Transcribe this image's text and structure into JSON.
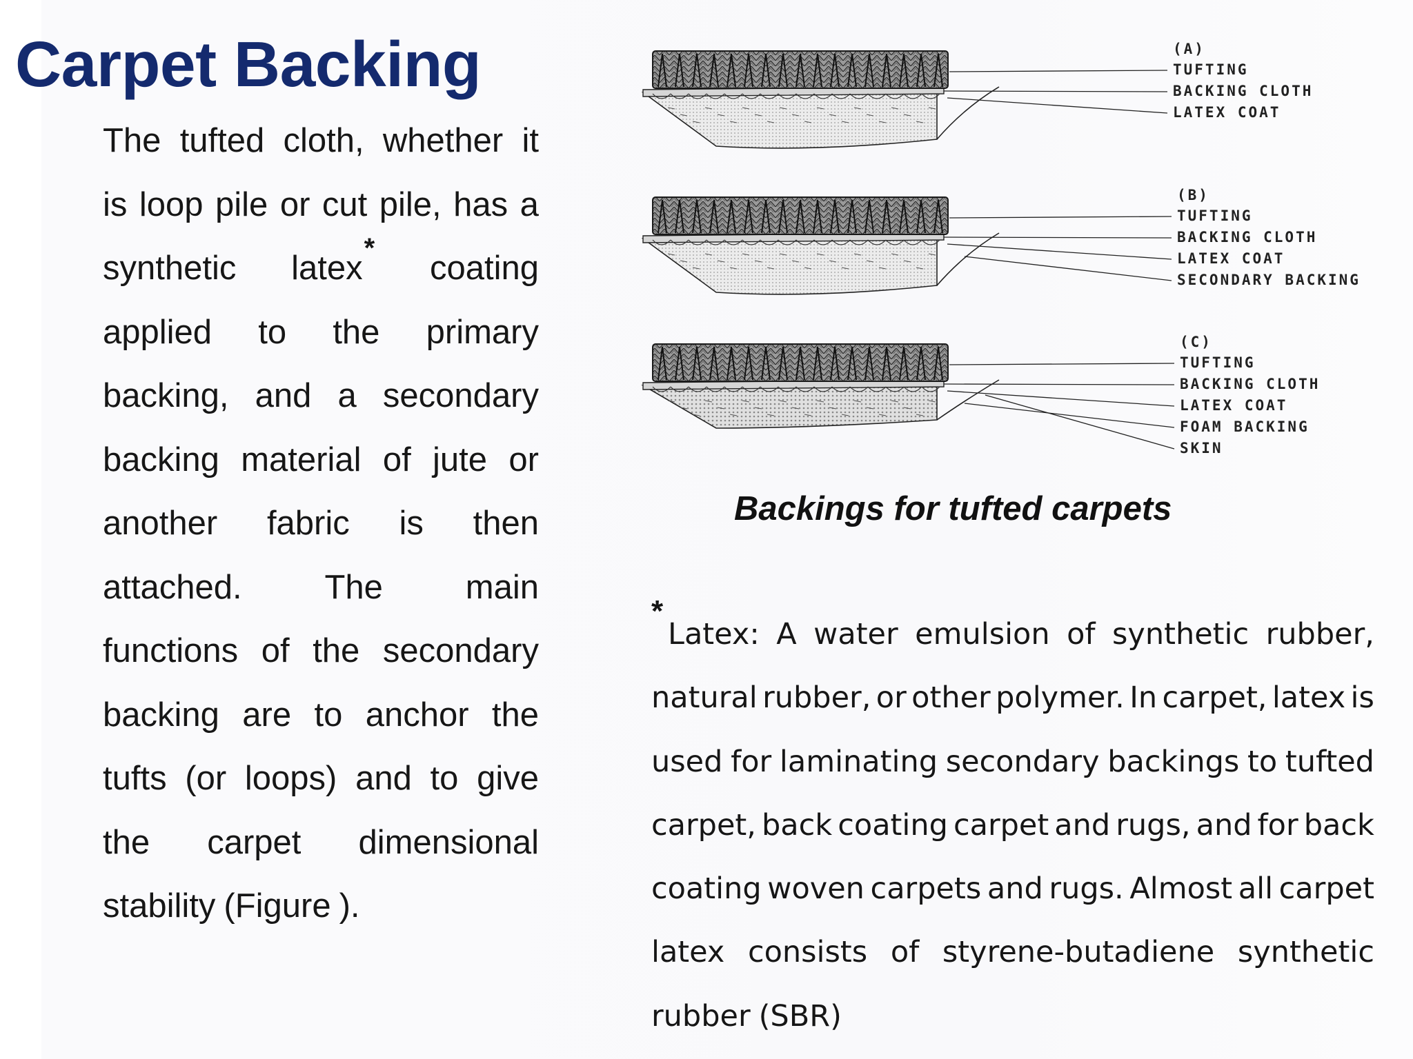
{
  "slide": {
    "title": "Carpet Backing",
    "body_lines": [
      [
        "The",
        "tufted",
        "cloth,",
        "whether",
        "it"
      ],
      [
        "is",
        "loop",
        "pile",
        "or",
        "cut",
        "pile,",
        "has",
        "a"
      ],
      [
        "synthetic",
        "latex*",
        "coating"
      ],
      [
        "applied",
        "to",
        "the",
        "primary"
      ],
      [
        "backing,",
        "and",
        "a",
        "secondary"
      ],
      [
        "backing",
        "material",
        "of",
        "jute",
        "or"
      ],
      [
        "another",
        "fabric",
        "is",
        "then"
      ],
      [
        "attached.",
        "The",
        "main"
      ],
      [
        "functions",
        "of",
        "the",
        "secondary"
      ],
      [
        "backing",
        "are",
        "to",
        "anchor",
        "the"
      ],
      [
        "tufts",
        "(or",
        "loops)",
        "and",
        "to",
        "give"
      ],
      [
        "the",
        "carpet",
        "dimensional"
      ],
      [
        "stability",
        "(Figure",
        ")."
      ]
    ],
    "figure": {
      "caption": "Backings for tufted carpets",
      "panels": [
        {
          "tag": "(A)",
          "labels": [
            "TUFTING",
            "BACKING CLOTH",
            "LATEX COAT"
          ]
        },
        {
          "tag": "(B)",
          "labels": [
            "TUFTING",
            "BACKING CLOTH",
            "LATEX COAT",
            "SECONDARY BACKING"
          ]
        },
        {
          "tag": "(C)",
          "labels": [
            "TUFTING",
            "BACKING CLOTH",
            "LATEX COAT",
            "FOAM BACKING",
            "SKIN"
          ]
        }
      ]
    },
    "footnote": {
      "marker": "*",
      "lines": [
        [
          "Latex:",
          "A",
          "water",
          "emulsion",
          "of",
          "synthetic",
          "rubber,"
        ],
        [
          "natural",
          "rubber,",
          "or",
          "other",
          "polymer.",
          "In",
          "carpet,",
          "latex",
          "is"
        ],
        [
          "used",
          "for",
          "laminating",
          "secondary",
          "backings",
          "to",
          "tufted"
        ],
        [
          "carpet,",
          "back",
          "coating",
          "carpet",
          "and",
          "rugs,",
          "and",
          "for",
          "back"
        ],
        [
          "coating",
          "woven",
          "carpets",
          "and",
          "rugs.",
          "Almost",
          "all",
          "carpet"
        ],
        [
          "latex",
          "consists",
          "of",
          "styrene-butadiene",
          "synthetic"
        ],
        [
          "rubber",
          "(SBR)"
        ]
      ]
    }
  }
}
